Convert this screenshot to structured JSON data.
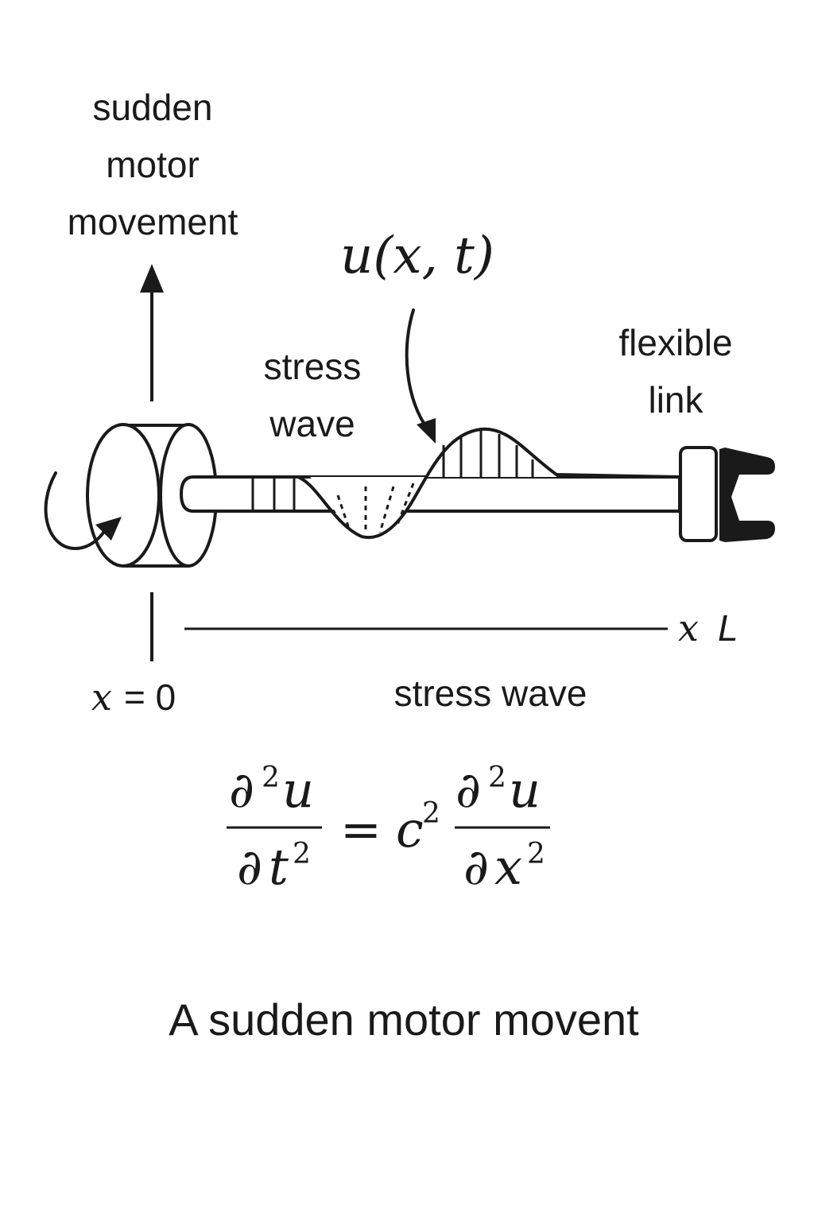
{
  "labels": {
    "motor_movement": [
      "sudden",
      "motor",
      "movement"
    ],
    "displacement": "u(x, t)",
    "stress_wave_upper": [
      "stress",
      "wave"
    ],
    "flexible_link": [
      "flexible",
      "link"
    ],
    "origin_var": "x",
    "origin_eq": "= 0",
    "end_var": "x",
    "end_length": "L",
    "stress_wave_lower": "stress wave"
  },
  "equation": {
    "partial": "∂",
    "square": "2",
    "num_var": "u",
    "den_left_var": "t",
    "equals": "=",
    "speed": "c",
    "den_right_var": "x"
  },
  "caption": "A sudden motor movent",
  "icons": {
    "motor": "motor-drum-icon",
    "gripper": "gripper-icon",
    "rotation": "rotation-arrow-icon"
  }
}
